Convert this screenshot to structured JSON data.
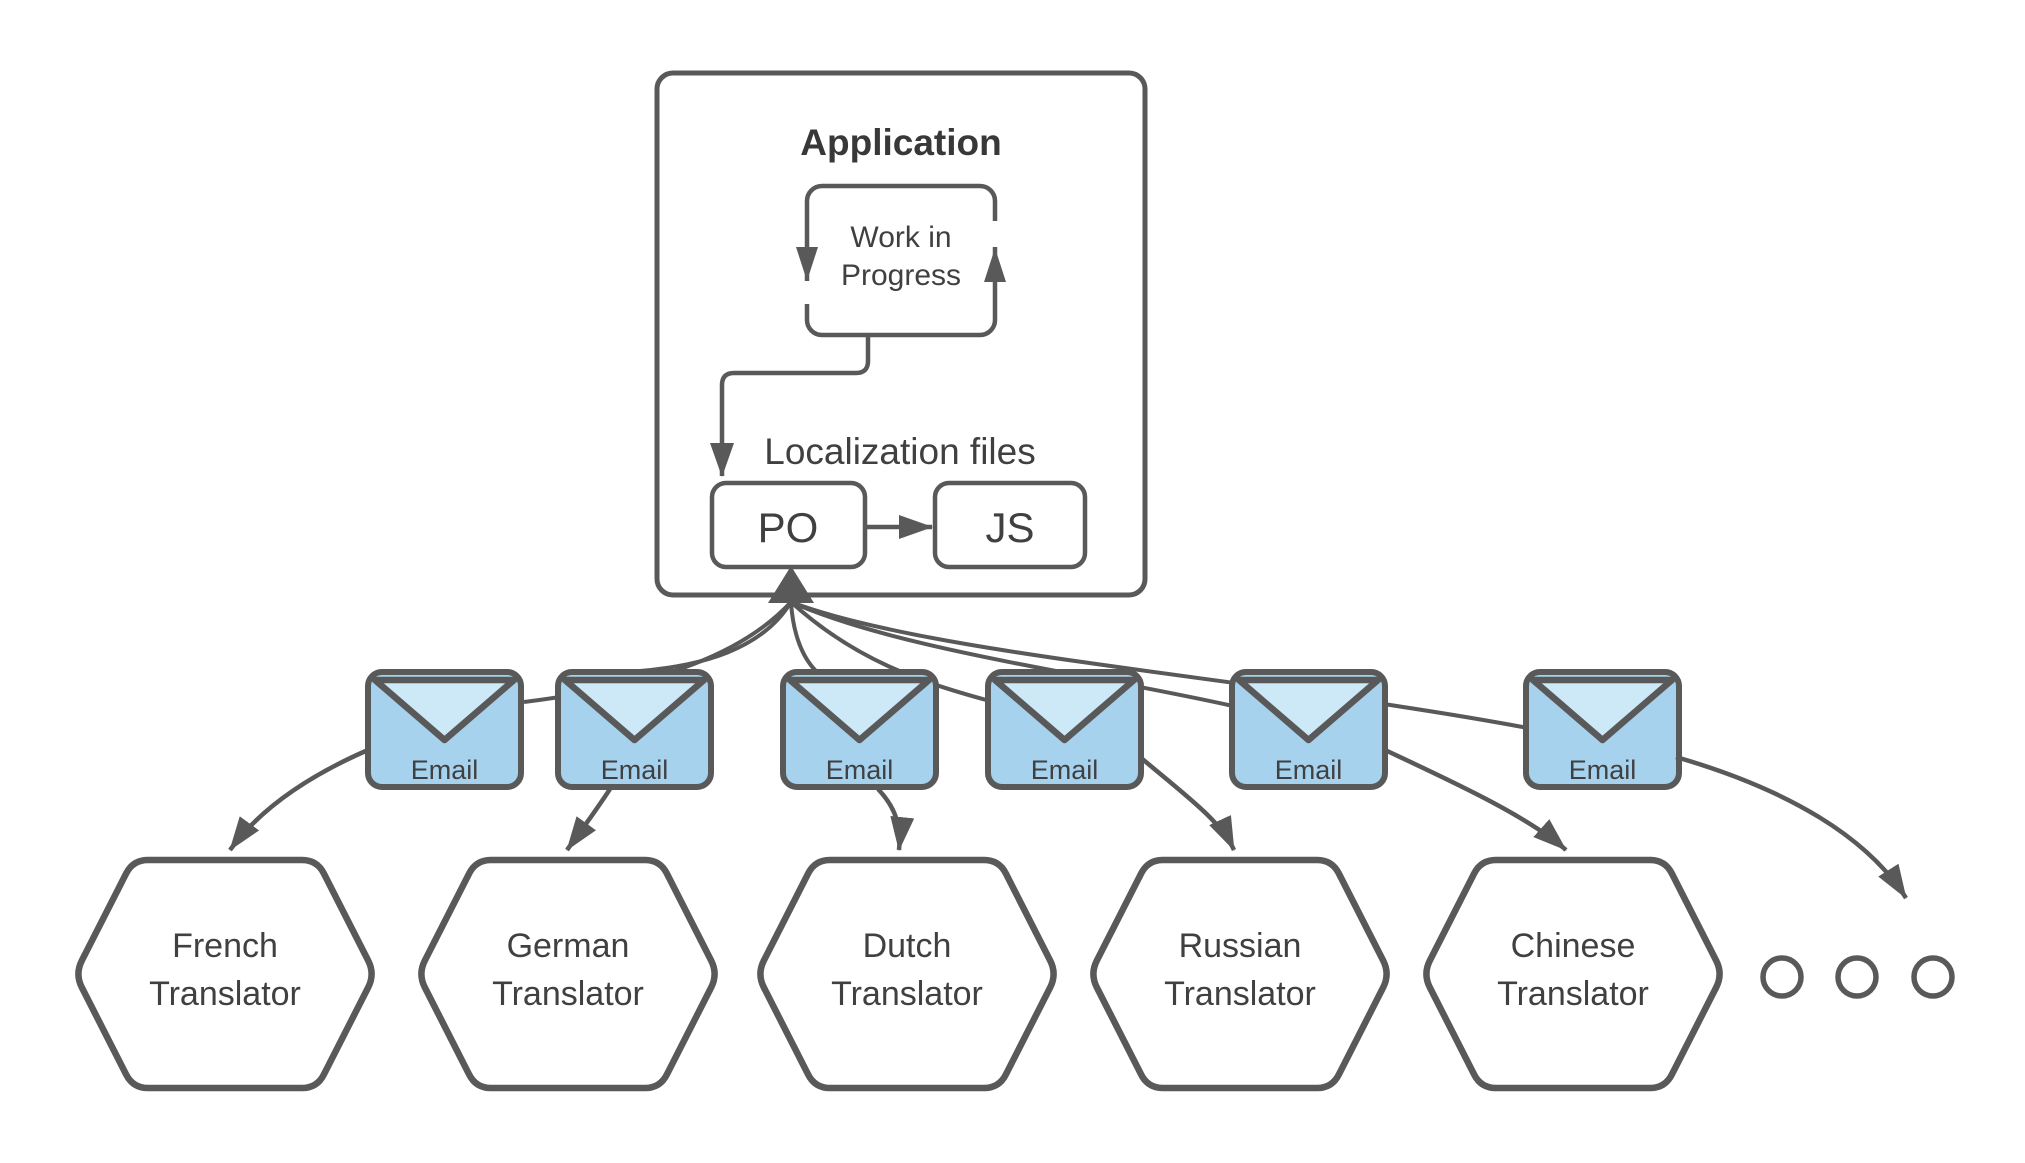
{
  "diagram": {
    "application": {
      "title": "Application",
      "wip_line1": "Work in",
      "wip_line2": "Progress",
      "localization_label": "Localization files",
      "po_label": "PO",
      "js_label": "JS"
    },
    "emails": [
      {
        "label": "Email"
      },
      {
        "label": "Email"
      },
      {
        "label": "Email"
      },
      {
        "label": "Email"
      },
      {
        "label": "Email"
      },
      {
        "label": "Email"
      }
    ],
    "translators": [
      {
        "line1": "French",
        "line2": "Translator"
      },
      {
        "line1": "German",
        "line2": "Translator"
      },
      {
        "line1": "Dutch",
        "line2": "Translator"
      },
      {
        "line1": "Russian",
        "line2": "Translator"
      },
      {
        "line1": "Chinese",
        "line2": "Translator"
      }
    ],
    "ellipsis_count": 3,
    "colors": {
      "stroke": "#595959",
      "text": "#404040",
      "title_text": "#383838",
      "node_fill": "#ffffff",
      "email_body": "#a6d2ee",
      "email_flap": "#cde9f8",
      "background": "#ffffff"
    }
  }
}
